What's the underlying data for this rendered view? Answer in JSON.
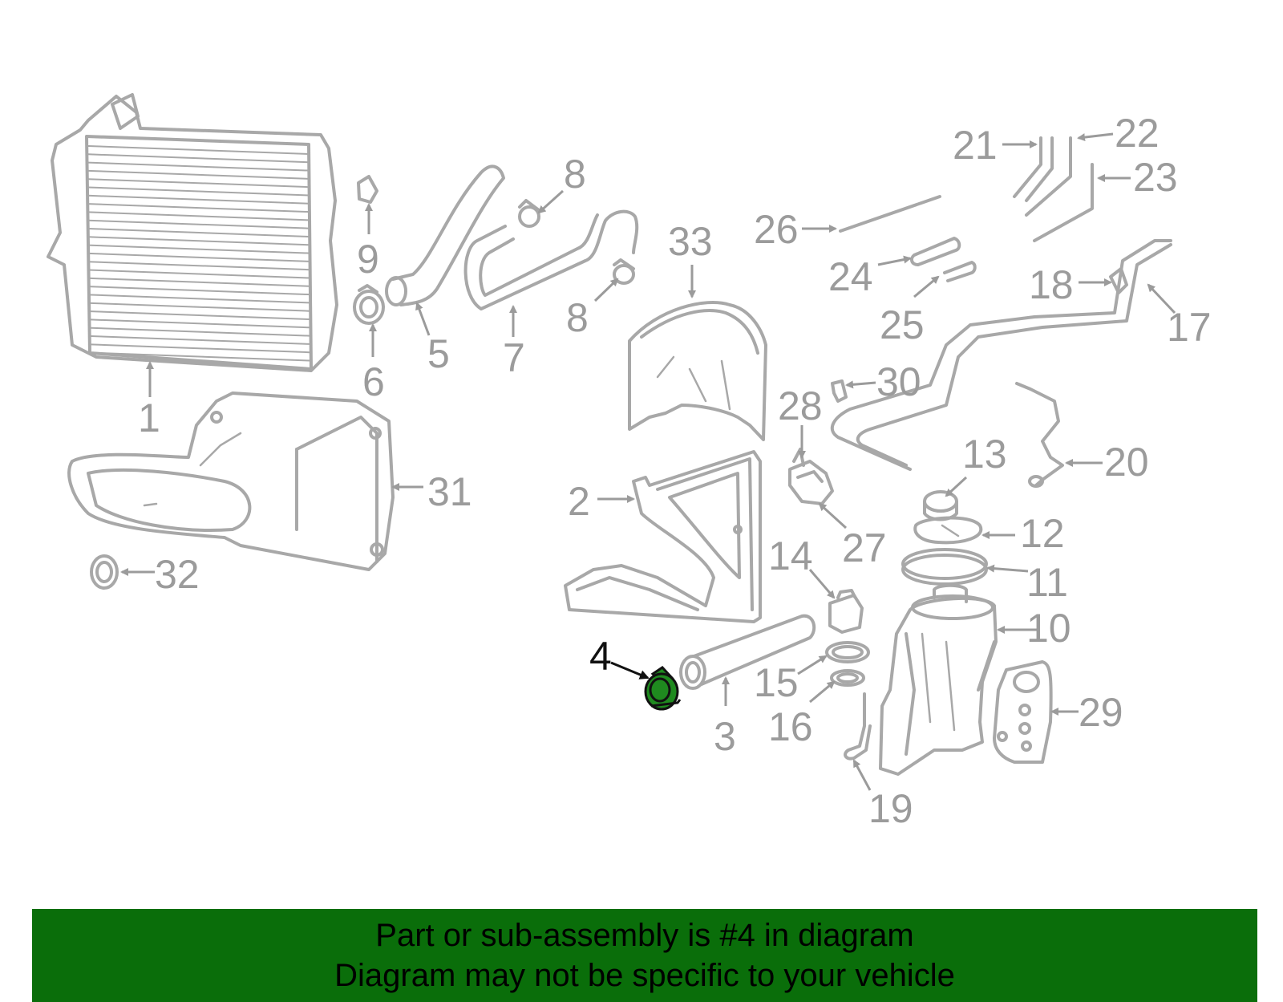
{
  "colors": {
    "part_gray": "#a8a8a8",
    "label_gray": "#9b9b9b",
    "highlight_part": "#1f8a1f",
    "highlight_label": "#111111",
    "banner_bg": "#0a6e0a"
  },
  "diagram": {
    "highlighted_callout": "4",
    "callouts": [
      "1",
      "2",
      "3",
      "4",
      "5",
      "6",
      "7",
      "8",
      "8",
      "9",
      "10",
      "11",
      "12",
      "13",
      "14",
      "15",
      "16",
      "17",
      "18",
      "19",
      "20",
      "21",
      "22",
      "23",
      "24",
      "25",
      "26",
      "27",
      "28",
      "29",
      "30",
      "31",
      "32",
      "33"
    ]
  },
  "banner": {
    "line1": "Part or sub-assembly is #4 in diagram",
    "line2": "Diagram may not be specific to your vehicle"
  }
}
